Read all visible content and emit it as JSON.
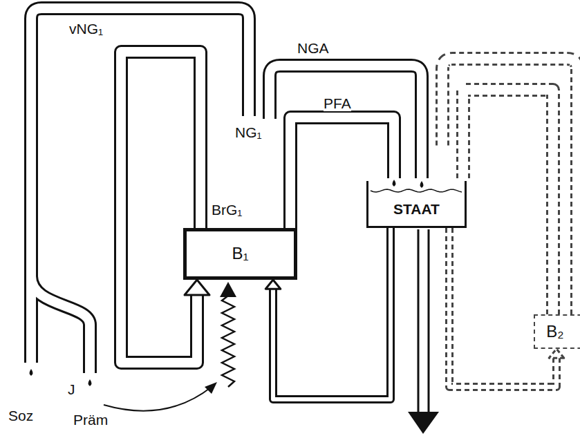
{
  "diagram": {
    "nodes": [
      {
        "text": [
          "B₁"
        ]
      },
      {
        "text": [
          "STAAT"
        ]
      },
      {
        "text": [
          "B₂"
        ]
      }
    ],
    "edges": [
      {
        "from": 0,
        "to": 0,
        "arrow": "to"
      },
      {
        "from": 0,
        "to": 1,
        "label": "PFA",
        "arrow": "none"
      },
      {
        "from": 1,
        "to": 0,
        "arrow": "to"
      },
      {
        "from": 1,
        "to": 2,
        "arrow": "to"
      },
      {
        "from": 2,
        "to": 1,
        "arrow": "none"
      }
    ],
    "labels": [
      "vNG₁",
      "NGA",
      "NG₁",
      "BrG₁",
      "Soz",
      "Präm",
      "J"
    ]
  }
}
